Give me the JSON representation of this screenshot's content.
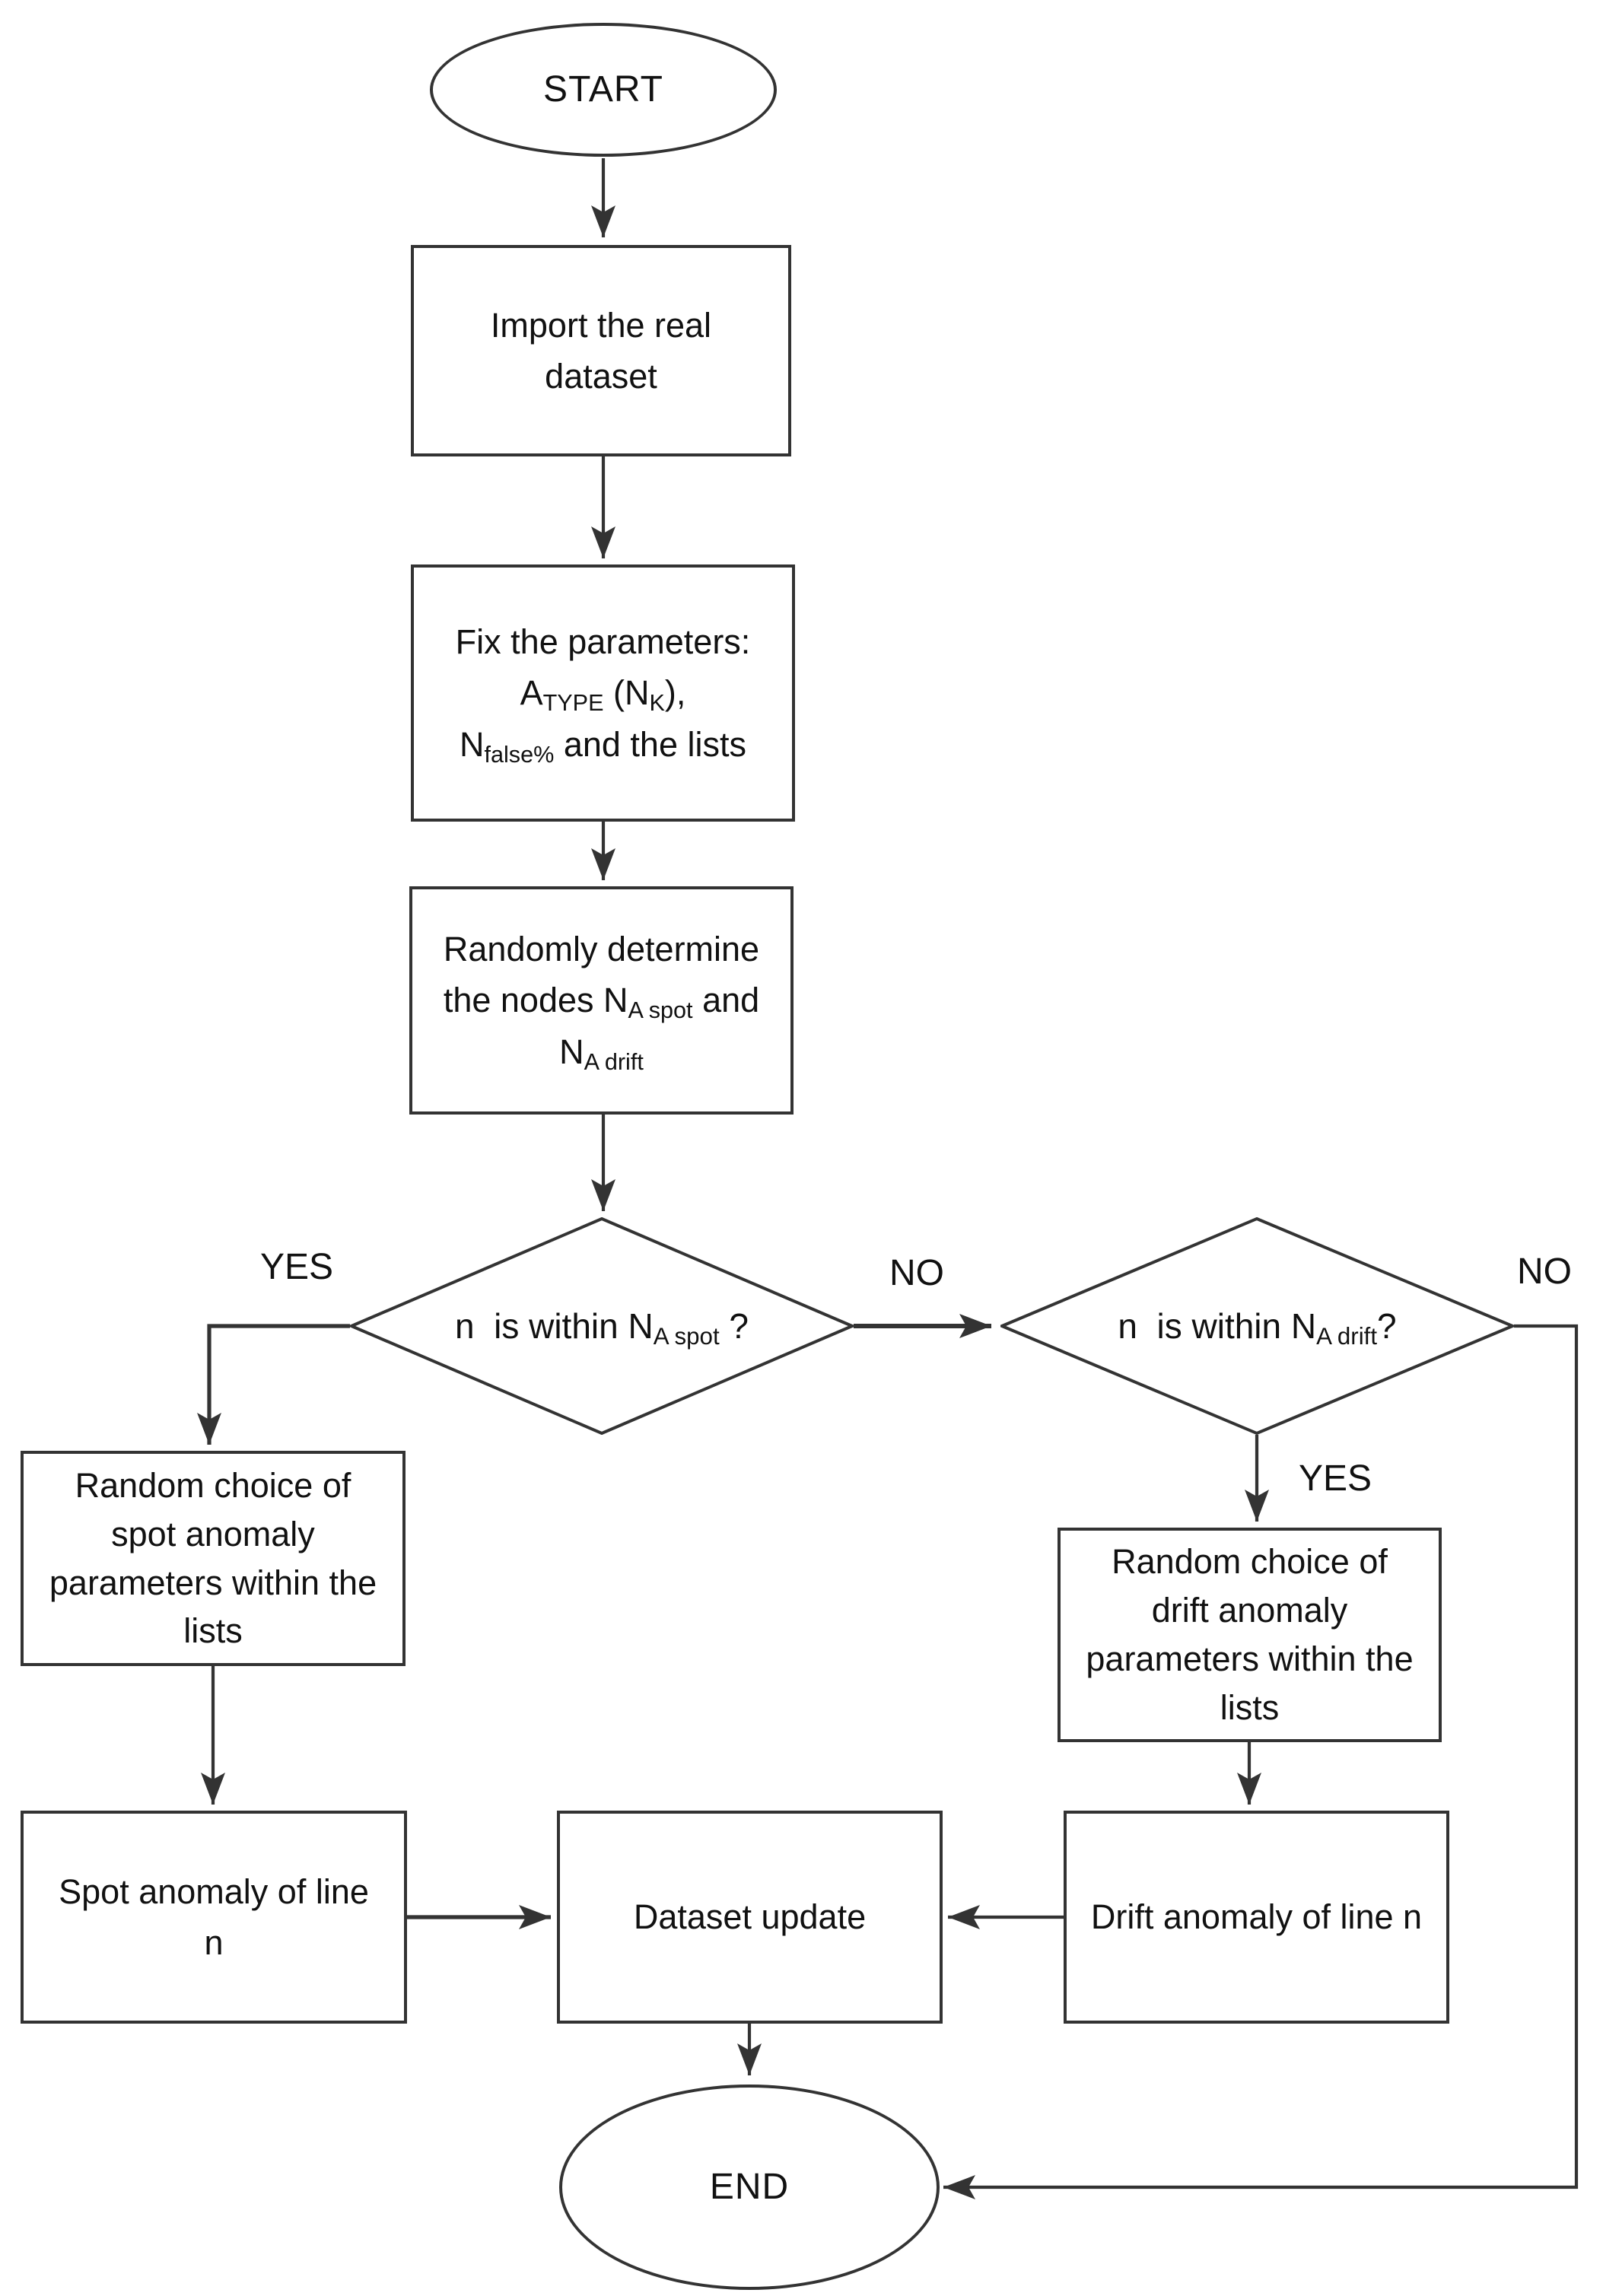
{
  "diagram": {
    "background": "#ffffff",
    "stroke_color": "#333333",
    "text_color": "#111111",
    "labels": {
      "yes_left": "YES",
      "no_mid": "NO",
      "no_right": "NO",
      "yes_right": "YES"
    },
    "nodes": {
      "start": {
        "shape": "terminator",
        "lines": [
          [
            {
              "t": "START"
            }
          ]
        ]
      },
      "import_dataset": {
        "shape": "process",
        "lines": [
          [
            {
              "t": "Import the real"
            }
          ],
          [
            {
              "t": "dataset"
            }
          ]
        ]
      },
      "fix_parameters": {
        "shape": "process",
        "lines": [
          [
            {
              "t": "Fix the parameters:"
            }
          ],
          [
            {
              "t": "A"
            },
            {
              "s": "TYPE"
            },
            {
              "t": " (N"
            },
            {
              "s": "K"
            },
            {
              "t": "),"
            }
          ],
          [
            {
              "t": "N"
            },
            {
              "s": "false%"
            },
            {
              "t": " and the lists"
            }
          ]
        ]
      },
      "randomly_determine": {
        "shape": "process",
        "lines": [
          [
            {
              "t": "Randomly determine"
            }
          ],
          [
            {
              "t": "the nodes N"
            },
            {
              "s": "A spot"
            },
            {
              "t": " and"
            }
          ],
          [
            {
              "t": "N"
            },
            {
              "s": "A drift"
            }
          ]
        ]
      },
      "spot_decision": {
        "shape": "decision",
        "lines": [
          [
            {
              "t": "n  is within N"
            },
            {
              "s": "A spot"
            },
            {
              "t": " ?"
            }
          ]
        ]
      },
      "drift_decision": {
        "shape": "decision",
        "lines": [
          [
            {
              "t": "n  is within N"
            },
            {
              "s": "A drift"
            },
            {
              "t": "?"
            }
          ]
        ]
      },
      "random_spot_params": {
        "shape": "process",
        "lines": [
          [
            {
              "t": "Random choice of"
            }
          ],
          [
            {
              "t": "spot anomaly"
            }
          ],
          [
            {
              "t": "parameters within the"
            }
          ],
          [
            {
              "t": "lists"
            }
          ]
        ]
      },
      "spot_anomaly": {
        "shape": "process",
        "lines": [
          [
            {
              "t": "Spot anomaly of line"
            }
          ],
          [
            {
              "t": "n"
            }
          ]
        ]
      },
      "dataset_update": {
        "shape": "process",
        "lines": [
          [
            {
              "t": "Dataset update"
            }
          ]
        ]
      },
      "random_drift_params": {
        "shape": "process",
        "lines": [
          [
            {
              "t": "Random choice of"
            }
          ],
          [
            {
              "t": "drift anomaly"
            }
          ],
          [
            {
              "t": "parameters within the"
            }
          ],
          [
            {
              "t": "lists"
            }
          ]
        ]
      },
      "drift_anomaly": {
        "shape": "process",
        "lines": [
          [
            {
              "t": "Drift anomaly of line n"
            }
          ]
        ]
      },
      "end": {
        "shape": "terminator",
        "lines": [
          [
            {
              "t": "END"
            }
          ]
        ]
      }
    }
  }
}
